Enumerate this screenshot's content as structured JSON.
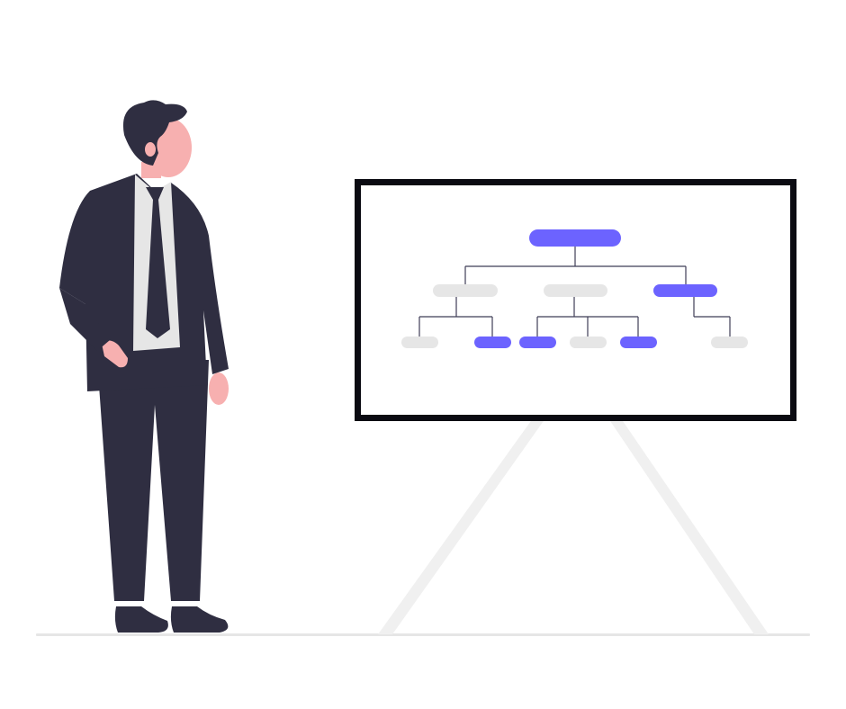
{
  "illustration": {
    "subject": "person-viewing-org-chart",
    "colors": {
      "background": "#ffffff",
      "suit": "#2f2e41",
      "skin": "#f7b0b0",
      "shirt": "#e6e6e6",
      "accent": "#6c63ff",
      "inactive_node": "#e6e6e6",
      "board_frame": "#0b0b12",
      "board_surface": "#ffffff",
      "connector": "#3f3d56",
      "stand": "#f0f0f0",
      "ground": "#e6e6e6"
    },
    "org_chart": {
      "levels": 3,
      "nodes_per_level": [
        1,
        3,
        6
      ],
      "highlighted_nodes": 5
    }
  }
}
